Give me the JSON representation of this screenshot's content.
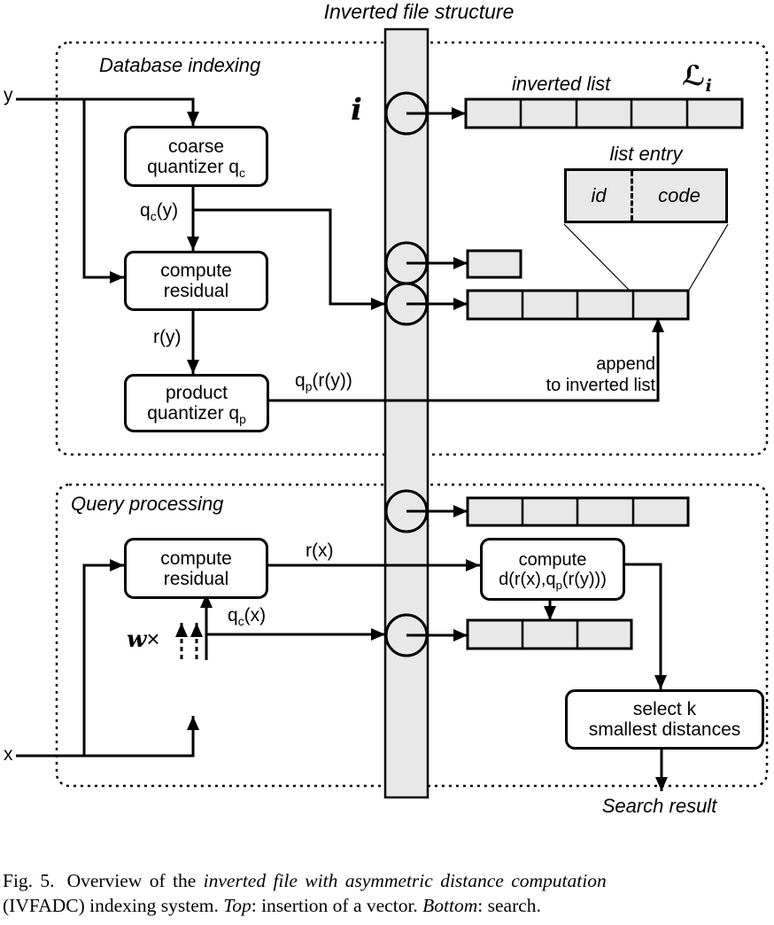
{
  "colors": {
    "fill_gray": "#e8e8e8",
    "stroke": "#000000",
    "background": "#ffffff"
  },
  "title": "Inverted file structure",
  "sections": {
    "database": {
      "label": "Database indexing"
    },
    "query": {
      "label": "Query processing"
    }
  },
  "inputs": {
    "y": "y",
    "x": "x"
  },
  "index_symbol": "i",
  "inverted_list": {
    "label": "inverted list",
    "symbol": "ℒ",
    "symbol_sub": "i",
    "cells": 5
  },
  "list_entry": {
    "label": "list entry",
    "id": "id",
    "code": "code"
  },
  "labels": {
    "qc_y": {
      "pre": "q",
      "sub": "c",
      "post": "(y)"
    },
    "r_y": "r(y)",
    "qp_ry": {
      "pre": "q",
      "sub": "p",
      "post": "(r(y))"
    },
    "append_line1": "append",
    "append_line2": "to inverted list",
    "r_x": "r(x)",
    "qc_x": {
      "pre": "q",
      "sub": "c",
      "post": "(x)"
    },
    "w": "w",
    "times": "×",
    "search_result": "Search result"
  },
  "boxes": {
    "coarse_quantizer_db": {
      "line1": "coarse",
      "line2_pre": "quantizer q",
      "line2_sub": "c"
    },
    "compute_residual_db": {
      "line1": "compute",
      "line2": "residual"
    },
    "product_quantizer": {
      "line1": "product",
      "line2_pre": "quantizer q",
      "line2_sub": "p"
    },
    "compute_residual_q": {
      "line1": "compute",
      "line2": "residual"
    },
    "compute_distance": {
      "line1": "compute",
      "line2_pre": "d(r(x),q",
      "line2_sub": "p",
      "line2_post": "(r(y)))"
    },
    "select_k": {
      "line1": "select k",
      "line2": "smallest distances"
    }
  },
  "lists": {
    "inverted_list_cells": 5,
    "db_small_cells": 1,
    "db_append_cells": 4,
    "query_top_cells": 4,
    "query_bottom_cells": 3
  },
  "caption": {
    "fig": "Fig. 5.",
    "line1_pre": "Overview of the ",
    "line1_italic": "inverted file with asymmetric distance computation",
    "line2_pre": "(IVFADC) indexing system. ",
    "line2_top": "Top",
    "line2_mid": ": insertion of a vector. ",
    "line2_bottom": "Bottom",
    "line2_end": ": search."
  }
}
